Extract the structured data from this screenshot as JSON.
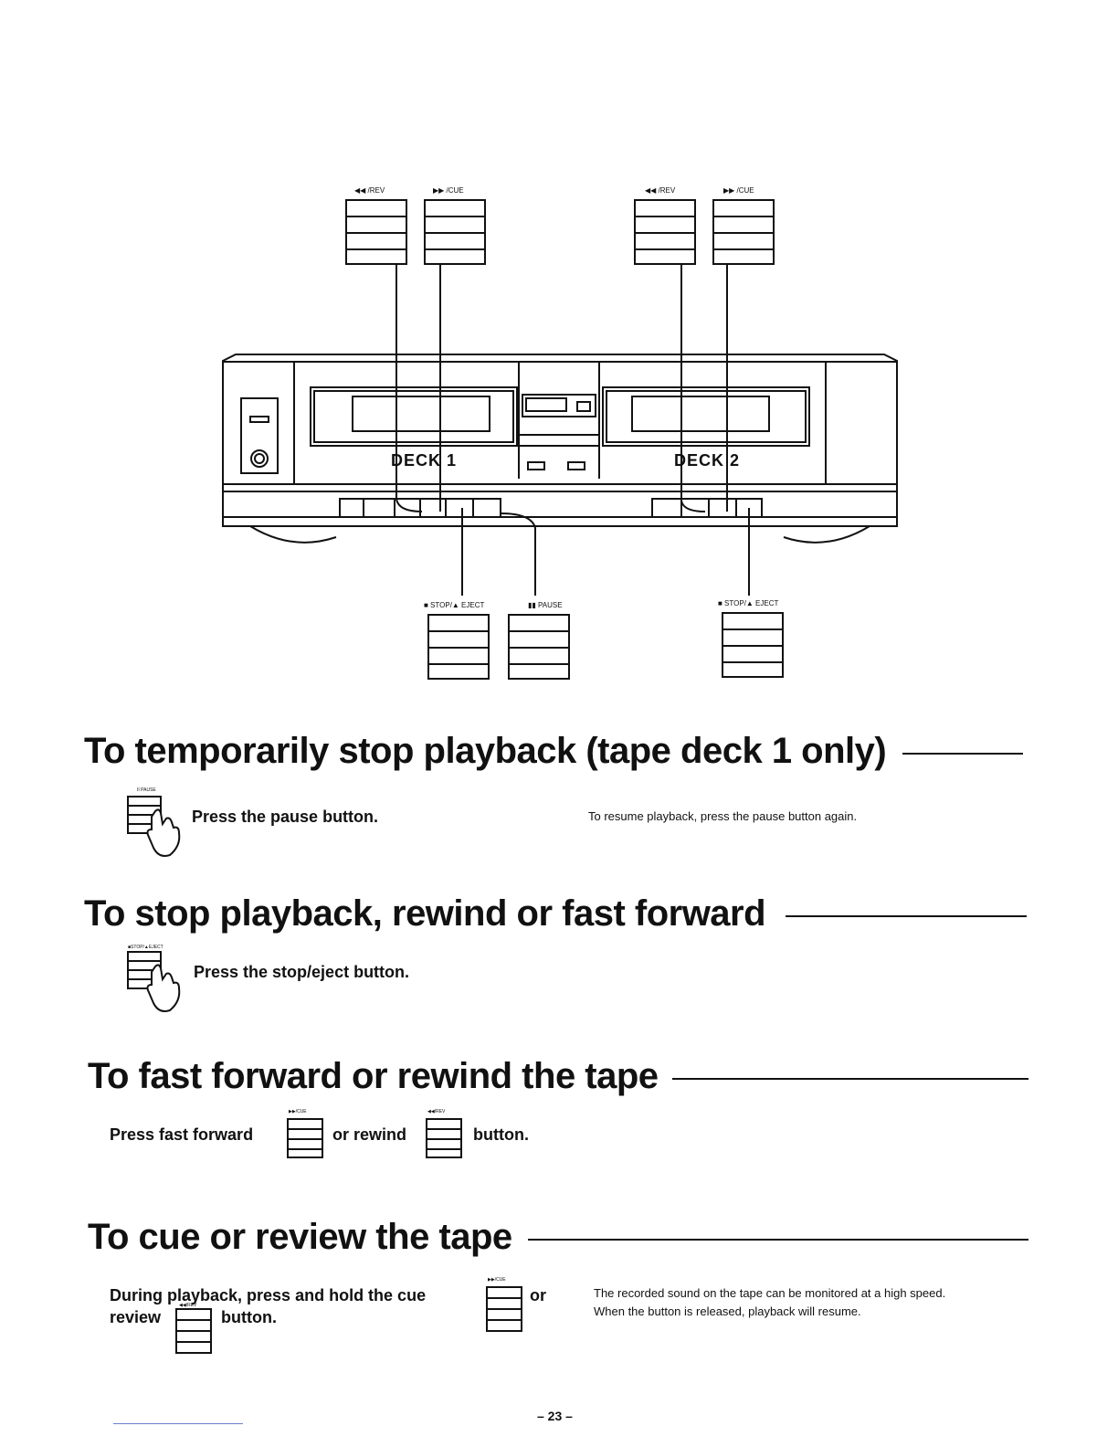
{
  "diagram": {
    "labels": {
      "rev": "◀◀ /REV",
      "cue": "▶▶ /CUE",
      "stop_eject": "■ STOP/▲ EJECT",
      "pause": "▮▮ PAUSE",
      "deck1": "DECK 1",
      "deck2": "DECK 2"
    }
  },
  "sections": [
    {
      "heading": "To temporarily stop playback (tape deck 1 only)",
      "icon_label": "II PAUSE",
      "instruction": "Press the pause button.",
      "note": "To resume playback, press the pause button again."
    },
    {
      "heading": "To stop playback, rewind or fast forward",
      "icon_label": "■STOP/▲EJECT",
      "instruction": "Press the stop/eject button."
    },
    {
      "heading": "To fast forward or rewind the tape",
      "text_a": "Press fast forward",
      "label_cue": "▶▶/CUE",
      "text_b": "or rewind",
      "label_rev": "◀◀/REV",
      "text_c": "button."
    },
    {
      "heading": "To cue or review the tape",
      "line1_a": "During playback, press and hold the cue",
      "line1_b": "or",
      "line2_a": "review",
      "line2_b": "button.",
      "label_cue": "▶▶/CUE",
      "label_rev": "◀◀/REV",
      "note_line1": "The recorded sound on the tape can be monitored at a high speed.",
      "note_line2": "When the button is released, playback will resume."
    }
  ],
  "page_number": "– 23 –"
}
